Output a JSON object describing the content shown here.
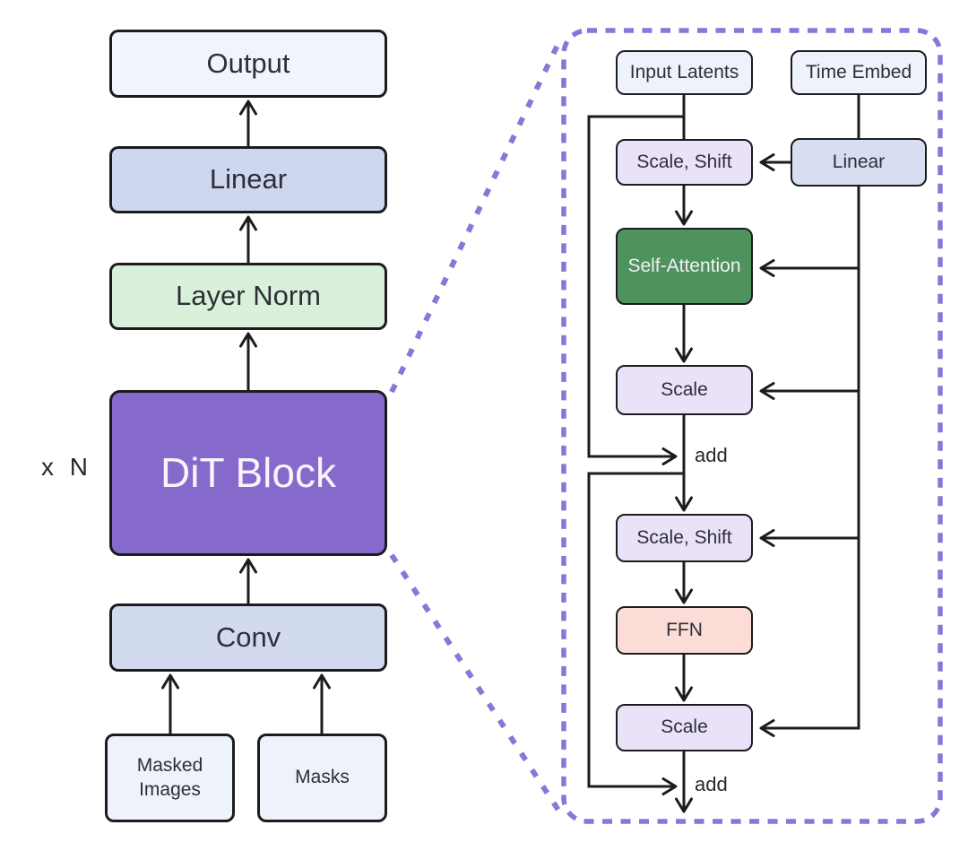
{
  "figure": {
    "left_column": {
      "repeat_label": "x N",
      "blocks": {
        "output": "Output",
        "linear": "Linear",
        "layer_norm": "Layer Norm",
        "dit_block": "DiT Block",
        "conv": "Conv",
        "masked_images": "Masked Images",
        "masks": "Masks"
      }
    },
    "dit_block_detail": {
      "blocks": {
        "input_latents": "Input Latents",
        "time_embed": "Time Embed",
        "scale_shift_1": "Scale, Shift",
        "linear": "Linear",
        "self_attention": "Self-Attention",
        "scale_1": "Scale",
        "add_1": "add",
        "scale_shift_2": "Scale, Shift",
        "ffn": "FFN",
        "scale_2": "Scale",
        "add_2": "add"
      }
    },
    "colors": {
      "dit_block_fill": "#866acb",
      "self_attention_fill": "#4e935d",
      "ffn_fill": "#fcdcd7",
      "scale_shift_fill": "#e9e2f8",
      "linear_right_fill": "#d7def1",
      "linear_left_fill": "#cfd7ef",
      "conv_fill": "#d2daf0",
      "layer_norm_fill": "#d9f0da",
      "io_fill": "#eef2fb",
      "output_fill": "#f0f4fc",
      "panel_dash_purple": "#8677d8",
      "wire_black": "#1c1c1e",
      "text_dark": "#2e2e38"
    }
  }
}
